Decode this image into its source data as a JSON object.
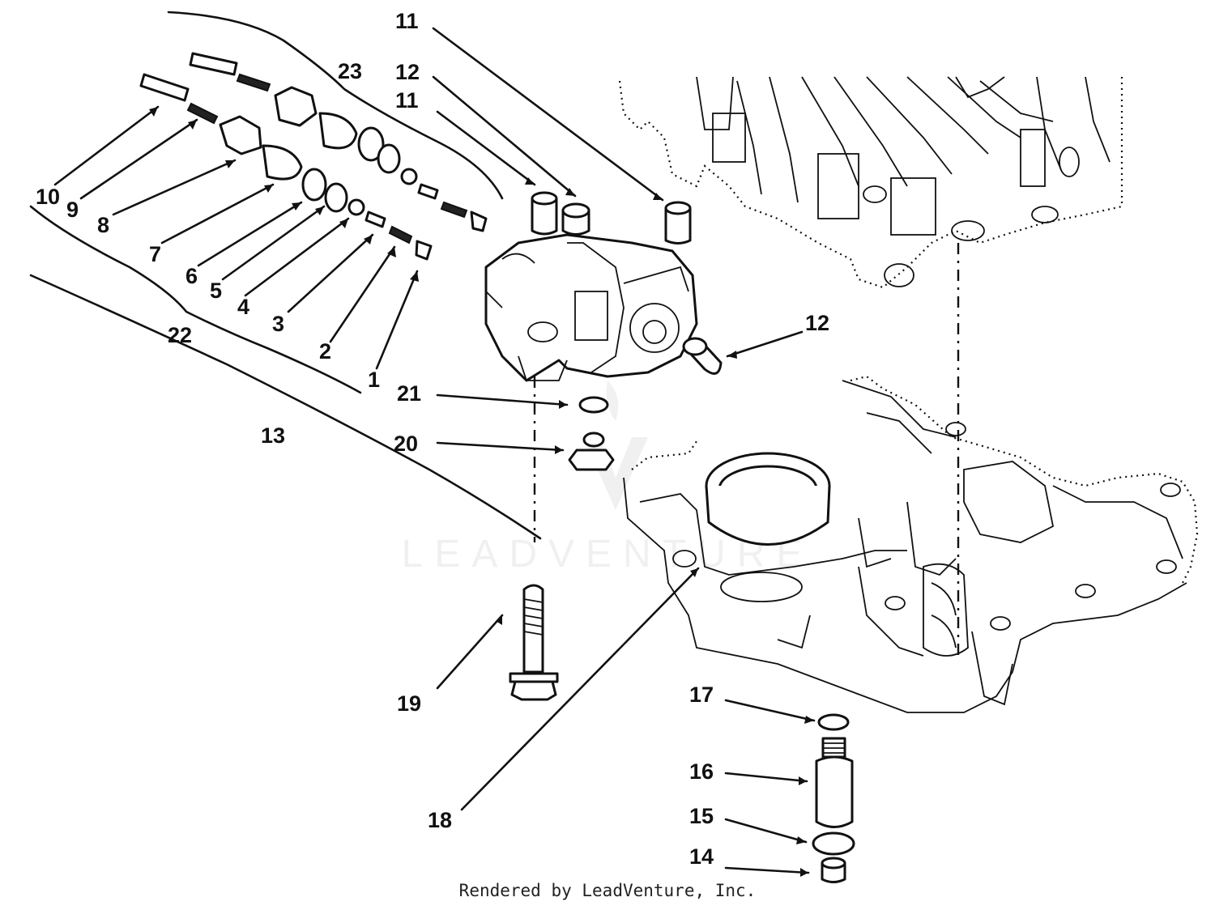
{
  "callouts": {
    "c1": "1",
    "c2": "2",
    "c3": "3",
    "c4": "4",
    "c5": "5",
    "c6": "6",
    "c7": "7",
    "c8": "8",
    "c9": "9",
    "c10": "10",
    "c11a": "11",
    "c11b": "11",
    "c12a": "12",
    "c12b": "12",
    "c13": "13",
    "c14": "14",
    "c15": "15",
    "c16": "16",
    "c17": "17",
    "c18": "18",
    "c19": "19",
    "c20": "20",
    "c21": "21",
    "c22": "22",
    "c23": "23"
  },
  "watermark": "LEADVENTURE",
  "credit": "Rendered by LeadVenture, Inc."
}
